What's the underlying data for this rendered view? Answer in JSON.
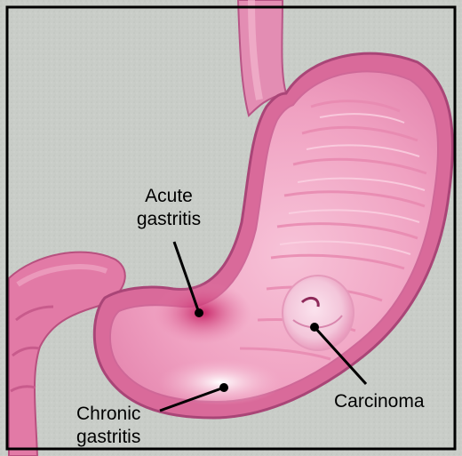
{
  "diagram": {
    "labels": {
      "acute": {
        "line1": "Acute",
        "line2": "gastritis"
      },
      "chronic": {
        "line1": "Chronic",
        "line2": "gastritis"
      },
      "carcinoma": {
        "text": "Carcinoma"
      }
    },
    "colors": {
      "background": "#c9cdc8",
      "frame": "#000000",
      "stomach_outer": "#d96a9a",
      "stomach_inner": "#f2a8c6",
      "stomach_lining": "#e47fa9",
      "acute_region": "#cf2d6e",
      "chronic_region": "#fbe9f2",
      "carcinoma_region": "#f6cde0",
      "marker": "#000000"
    }
  }
}
